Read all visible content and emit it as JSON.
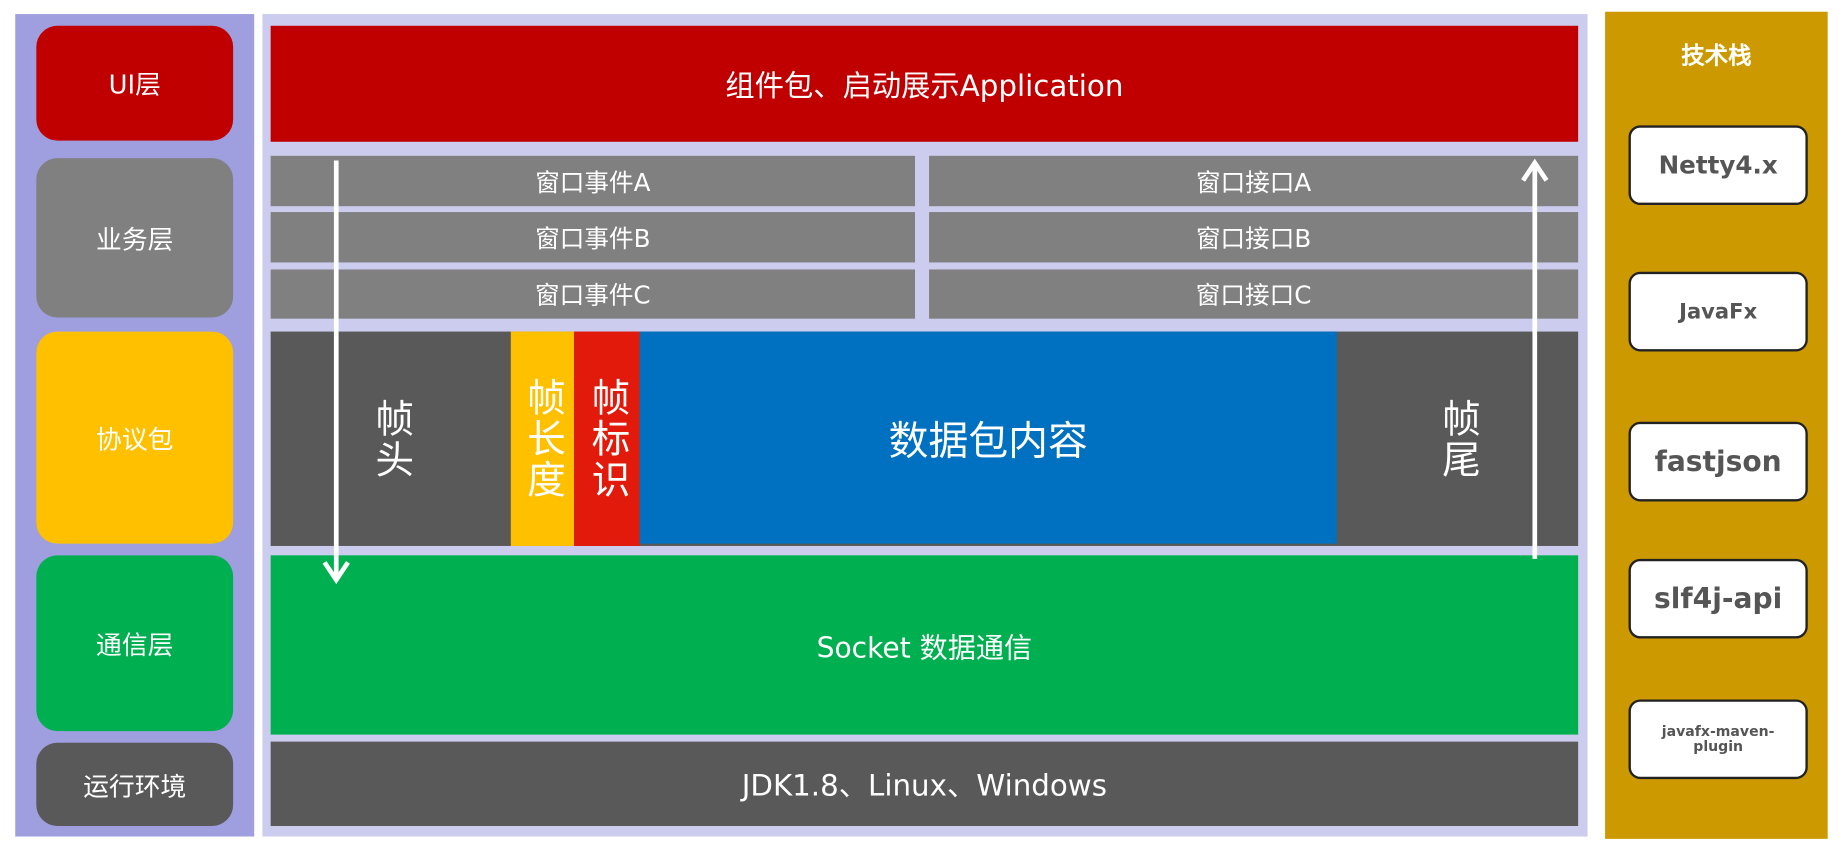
{
  "layers": {
    "ui": "UI层",
    "business": "业务层",
    "protocol": "协议包",
    "communication": "通信层",
    "runtime": "运行环境"
  },
  "main": {
    "ui_bar": "组件包、启动展示Application",
    "events": [
      "窗口事件A",
      "窗口事件B",
      "窗口事件C"
    ],
    "interfaces": [
      "窗口接口A",
      "窗口接口B",
      "窗口接口C"
    ],
    "frame": {
      "head": "帧头",
      "length": "帧长度",
      "flag": "帧标识",
      "content": "数据包内容",
      "tail": "帧尾"
    },
    "socket": "Socket 数据通信",
    "runtime": "JDK1.8、Linux、Windows"
  },
  "tech_stack": {
    "title": "技术栈",
    "items": [
      "Netty4.x",
      "JavaFx",
      "fastjson",
      "slf4j-api",
      "javafx-maven-plugin"
    ]
  },
  "colors": {
    "ui": "#c00000",
    "business": "#808080",
    "protocol": "#ffc000",
    "communication": "#00b050",
    "runtime": "#595959",
    "content": "#0070c0",
    "flag": "#e21a0c",
    "panel": "#9f9fdf",
    "tech": "#cc9900"
  }
}
